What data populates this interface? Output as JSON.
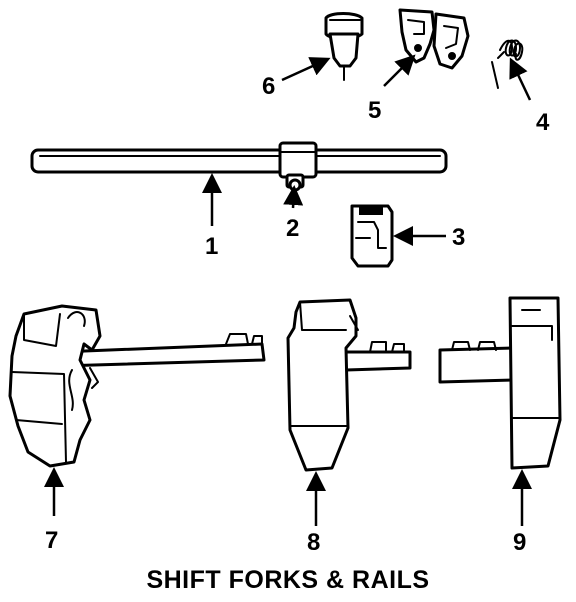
{
  "caption": "SHIFT FORKS & RAILS",
  "callouts": {
    "c1": "1",
    "c2": "2",
    "c3": "3",
    "c4": "4",
    "c5": "5",
    "c6": "6",
    "c7": "7",
    "c8": "8",
    "c9": "9"
  },
  "colors": {
    "ink": "#000000",
    "paper": "#ffffff"
  }
}
